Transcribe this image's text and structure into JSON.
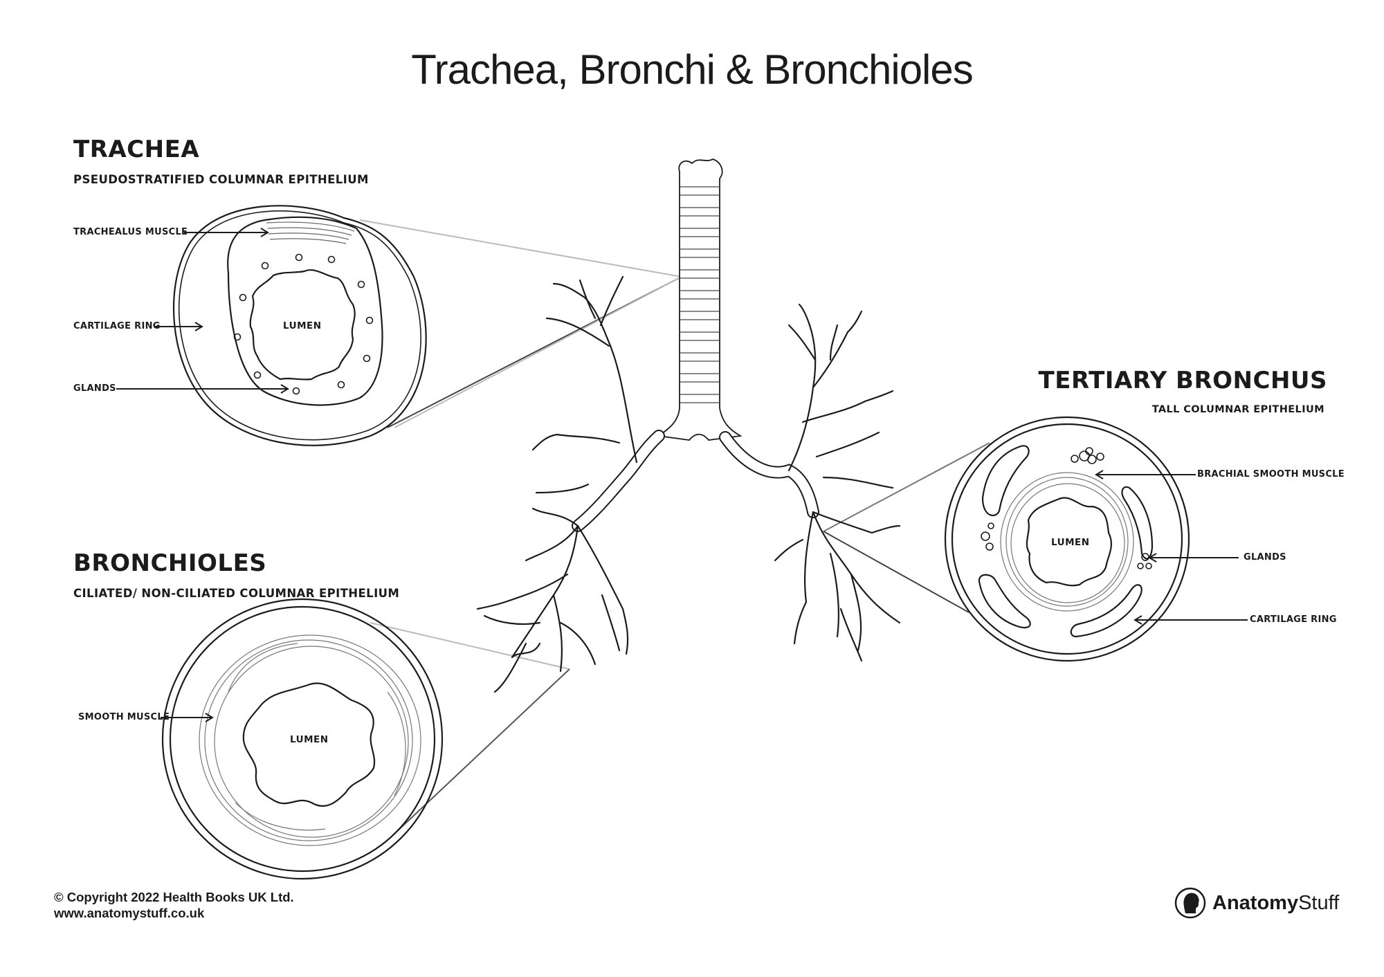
{
  "title": "Trachea, Bronchi & Bronchioles",
  "sections": {
    "trachea": {
      "title": "TRACHEA",
      "subtitle": "PSEUDOSTRATIFIED COLUMNAR EPITHELIUM",
      "labels": {
        "muscle": "TRACHEALUS MUSCLE",
        "cartilage": "CARTILAGE RING",
        "glands": "GLANDS",
        "lumen": "LUMEN"
      }
    },
    "bronchioles": {
      "title": "BRONCHIOLES",
      "subtitle": "CILIATED/ NON-CILIATED COLUMNAR EPITHELIUM",
      "labels": {
        "muscle": "SMOOTH MUSCLE",
        "lumen": "LUMEN"
      }
    },
    "tertiary": {
      "title": "TERTIARY BRONCHUS",
      "subtitle": "TALL COLUMNAR EPITHELIUM",
      "labels": {
        "muscle": "BRACHIAL SMOOTH MUSCLE",
        "glands": "GLANDS",
        "cartilage": "CARTILAGE RING",
        "lumen": "LUMEN"
      }
    }
  },
  "footer": {
    "copyright": "© Copyright 2022 Health Books UK Ltd.",
    "website": "www.anatomystuff.co.uk"
  },
  "logo": {
    "bold": "Anatomy",
    "regular": "Stuff",
    "icon": "head-silhouette-icon"
  }
}
